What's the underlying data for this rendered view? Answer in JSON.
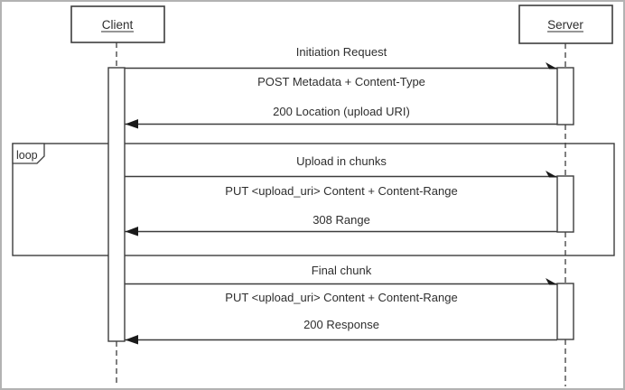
{
  "diagram": {
    "title_hint": "Resumable upload sequence diagram",
    "actors": [
      {
        "name": "Client"
      },
      {
        "name": "Server"
      }
    ],
    "loop_label": "loop",
    "labels": {
      "initiation_title": "Initiation Request",
      "post_metadata": "POST Metadata + Content-Type",
      "location_200": "200 Location (upload URI)",
      "upload_chunks_title": "Upload in chunks",
      "put_chunk": "PUT <upload_uri> Content + Content-Range",
      "range_308": "308 Range",
      "final_chunk_title": "Final chunk",
      "put_final": "PUT <upload_uri> Content + Content-Range",
      "response_200": "200 Response"
    },
    "colors": {
      "line": "#3d3d3d",
      "arrow": "#1a1a1a",
      "text": "#2e2e2e",
      "background": "#ffffff",
      "outer_border": "#b3b3b3"
    }
  }
}
